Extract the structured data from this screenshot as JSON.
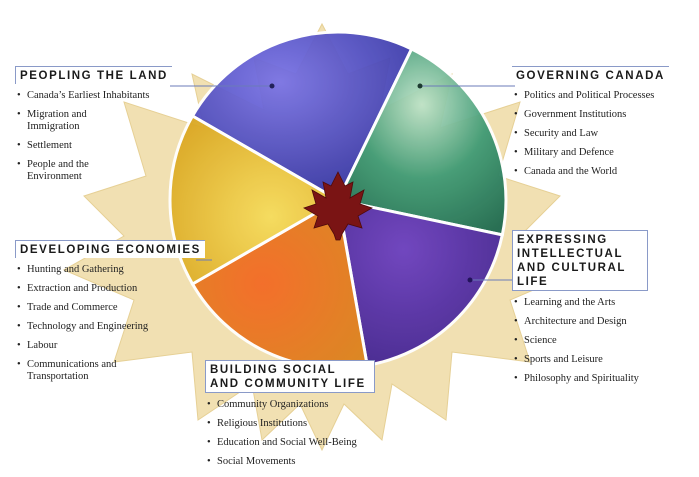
{
  "center": {
    "icon": "maple-leaf-icon"
  },
  "sections": [
    {
      "key": "peopling",
      "title": "PEOPLING THE LAND",
      "color": "#3f3fb8",
      "items": [
        "Canada’s Earliest Inhabitants",
        "Migration and Immigration",
        "Settlement",
        "People and the Environment"
      ]
    },
    {
      "key": "governing",
      "title": "GOVERNING CANADA",
      "color": "#2e8a6c",
      "items": [
        "Politics and Political Processes",
        "Government Institutions",
        "Security and Law",
        "Military and Defence",
        "Canada and the World"
      ]
    },
    {
      "key": "developing",
      "title": "DEVELOPING ECONOMIES",
      "color": "#e8c43a",
      "items": [
        "Hunting and Gathering",
        "Extraction and Production",
        "Trade and Commerce",
        "Technology and Engineering",
        "Labour",
        "Communications and Transportation"
      ]
    },
    {
      "key": "expressing",
      "title": "EXPRESSING INTELLECTUAL AND CULTURAL LIFE",
      "color": "#5a2da8",
      "items": [
        "Learning and the Arts",
        "Architecture and Design",
        "Science",
        "Sports and Leisure",
        "Philosophy and Spirituality"
      ]
    },
    {
      "key": "building",
      "title": "BUILDING SOCIAL AND COMMUNITY LIFE",
      "color": "#e0481c",
      "items": [
        "Community Organizations",
        "Religious Institutions",
        "Education and Social Well-Being",
        "Social Movements"
      ]
    }
  ]
}
